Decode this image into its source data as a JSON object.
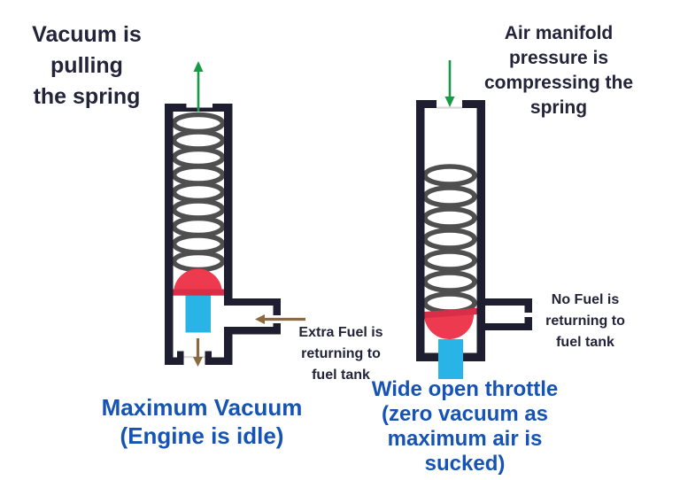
{
  "title": "Fuel pressure regulator vacuum diagram",
  "colors": {
    "housing_wall": "#1e1e30",
    "spring": "#4f4f4f",
    "green_arrow": "#189a46",
    "brown_arrow": "#8a6b40",
    "diaphragm_red": "#ee3a4e",
    "diaphragm_brim_red": "#d92e47",
    "valve_blue": "#29b4e8",
    "caption_blue": "#1553b4",
    "label_dark": "#23233a"
  },
  "left_diagram": {
    "heading": "Vacuum is\npulling\nthe spring",
    "side_label": "Extra Fuel is\nreturning to\nfuel tank",
    "caption": "Maximum Vacuum\n(Engine is idle)"
  },
  "right_diagram": {
    "heading": "Air manifold\npressure is\ncompressing the\nspring",
    "side_label": "No Fuel is\nreturning to\nfuel tank",
    "caption": "Wide open throttle\n(zero vacuum as\nmaximum air is\nsucked)"
  }
}
